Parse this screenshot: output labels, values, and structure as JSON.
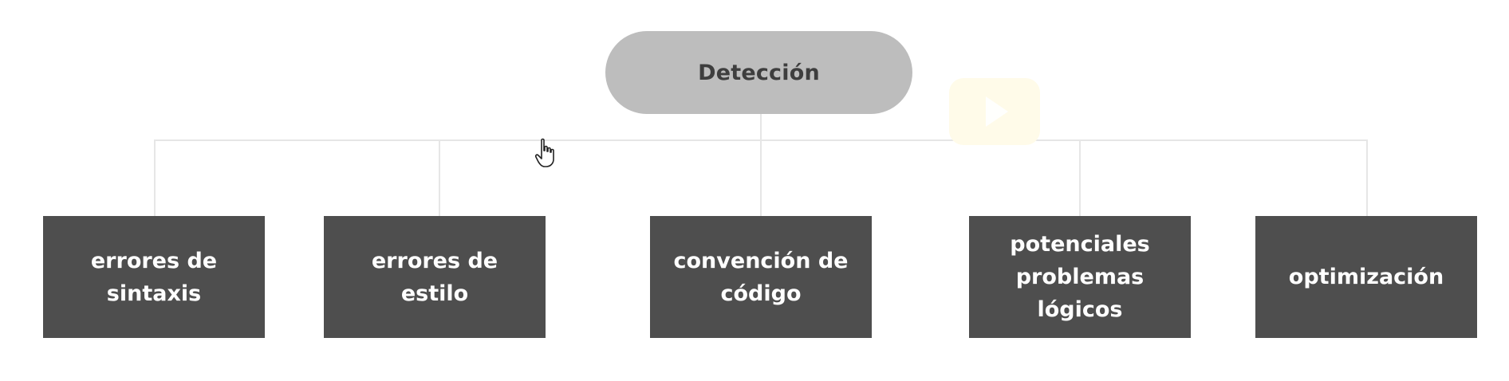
{
  "diagram": {
    "root": {
      "label": "Detección"
    },
    "children": [
      {
        "label": "errores de sintaxis"
      },
      {
        "label": "errores de estilo"
      },
      {
        "label": "convención de código"
      },
      {
        "label": "potenciales problemas lógicos"
      },
      {
        "label": "optimización"
      }
    ]
  },
  "colors": {
    "root_fill": "#bdbdbd",
    "root_text": "#3e3e3e",
    "child_fill": "#4e4e4e",
    "child_text": "#ffffff",
    "connector": "#e6e6e6",
    "play_overlay": "#fffbe9"
  },
  "icons": {
    "overlay": "play-icon",
    "pointer": "hand-cursor-icon"
  }
}
